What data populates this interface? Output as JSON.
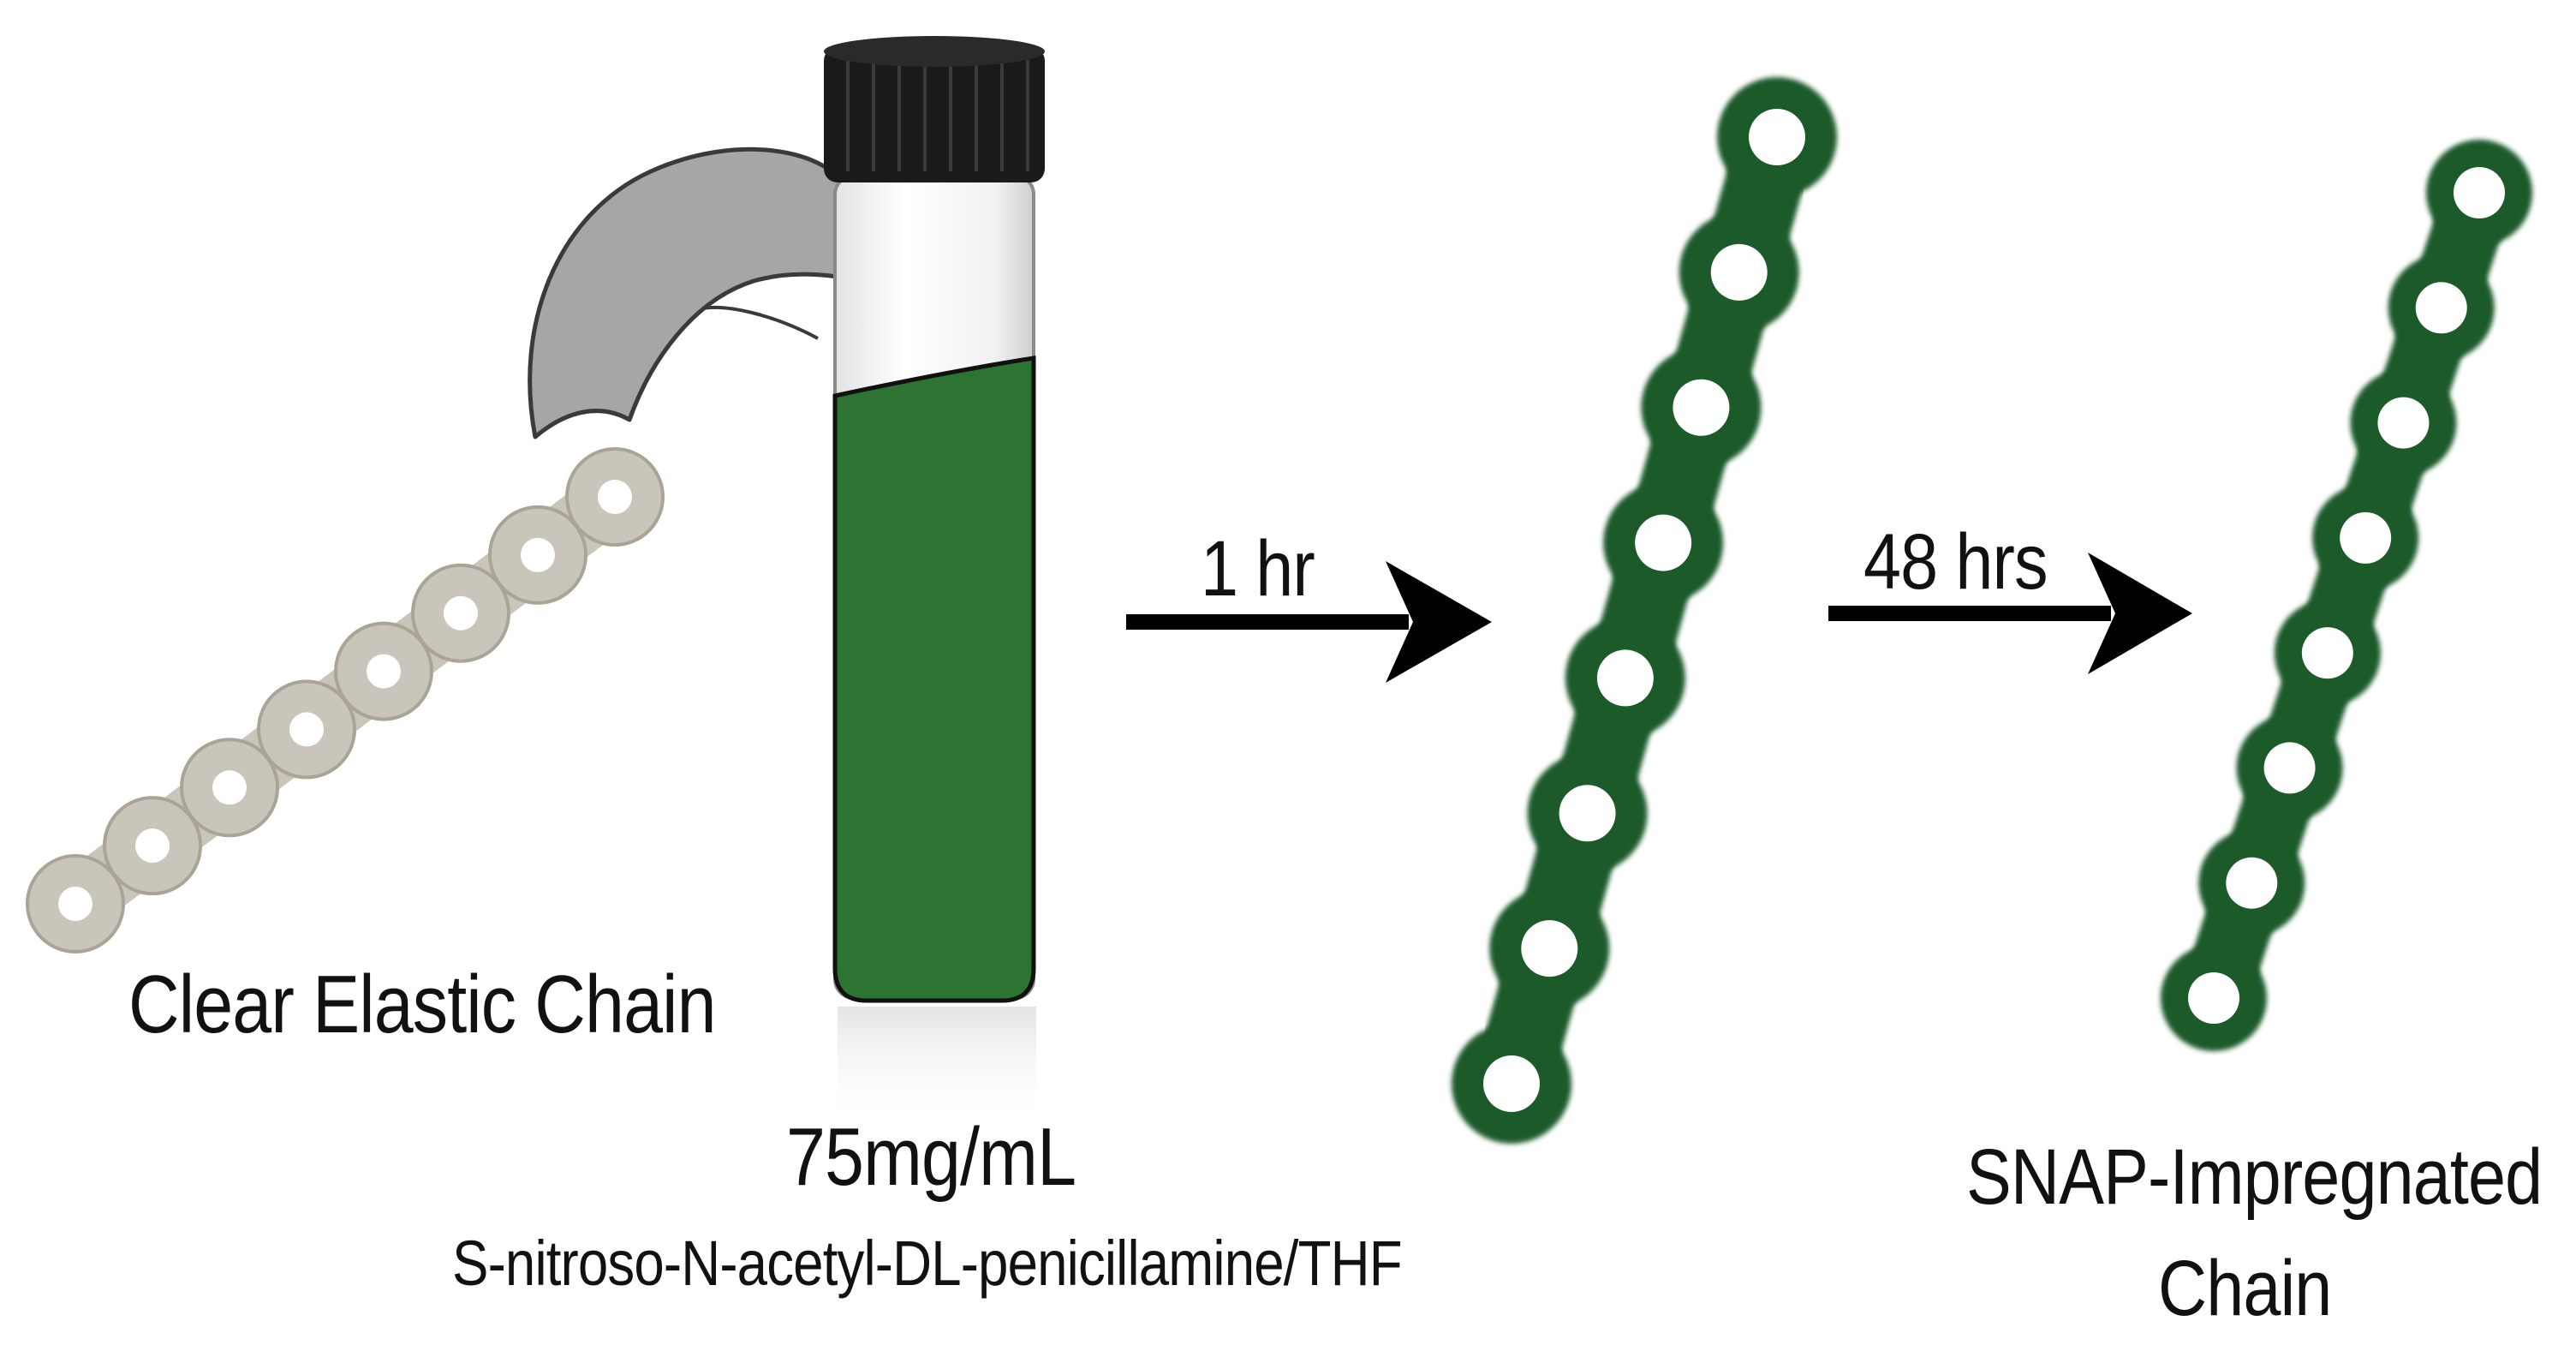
{
  "labels": {
    "clear_chain": "Clear Elastic Chain",
    "concentration": "75mg/mL",
    "chemical": "S-nitroso-N-acetyl-DL-penicillamine/THF",
    "step1_time": "1 hr",
    "step2_time": "48 hrs",
    "result_line1": "SNAP-Impregnated",
    "result_line2": "Chain"
  },
  "colors": {
    "clear_chain": "#c9c5bb",
    "solution_green": "#2d7331",
    "chain_green": "#1f5a2a",
    "vial_cap": "#1a1a1a",
    "pour_arrow": "#a6a6a6",
    "process_arrow": "#000000"
  },
  "icons": [
    "clear-elastic-chain-icon",
    "pour-arrow-icon",
    "vial-icon",
    "process-arrow-icon",
    "green-chain-icon"
  ]
}
